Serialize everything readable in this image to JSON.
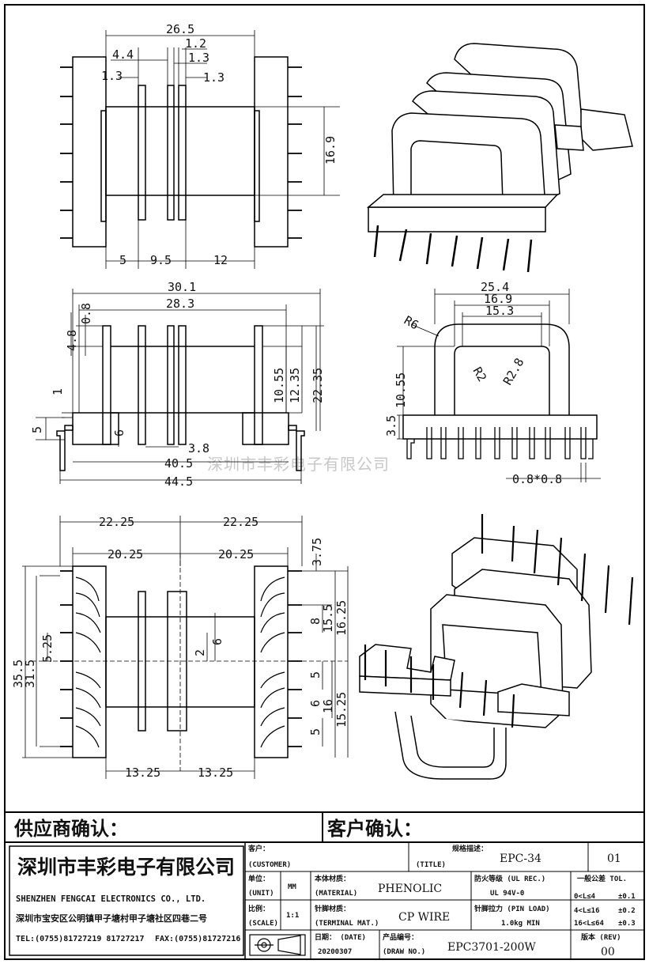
{
  "views": {
    "top_left": {
      "dims": [
        "26.5",
        "4.4",
        "1.2",
        "1.3",
        "1.3",
        "1.3",
        "16.9",
        "5",
        "9.5",
        "12"
      ]
    },
    "mid_left": {
      "dims": [
        "30.1",
        "28.3",
        "4.8",
        "0.8",
        "10.55",
        "12.35",
        "22.35",
        "1",
        "5",
        "6",
        "3.8",
        "40.5",
        "44.5"
      ]
    },
    "mid_right": {
      "dims": [
        "25.4",
        "16.9",
        "15.3",
        "R6",
        "R2",
        "R2.8",
        "10.55",
        "3.5",
        "0.8*0.8"
      ]
    },
    "bottom_left": {
      "dims": [
        "22.25",
        "22.25",
        "20.25",
        "20.25",
        "3.75",
        "35.5",
        "31.5",
        "5.25",
        "8",
        "15.5",
        "16.25",
        "2",
        "6",
        "5",
        "6",
        "5",
        "16",
        "15.25",
        "13.25",
        "13.25"
      ]
    }
  },
  "watermark": "深圳市丰彩电子有限公司",
  "confirm": {
    "supplier": "供应商确认：",
    "customer": "客户确认："
  },
  "company": {
    "name_cn": "深圳市丰彩电子有限公司",
    "name_en": "SHENZHEN FENGCAI ELECTRONICS CO., LTD.",
    "address": "深圳市宝安区公明镇甲子塘村甲子塘社区四巷二号",
    "tel": "TEL:(0755)81727219  81727217",
    "fax": "FAX:(0755)81727216"
  },
  "title_block": {
    "customer_label": "客户：",
    "customer_label_en": "(CUSTOMER)",
    "spec_label": "规格描述：",
    "title_label_en": "(TITLE)",
    "title_value": "EPC-34",
    "sheet": "01",
    "unit_label": "单位：",
    "unit_label_en": "(UNIT)",
    "unit_value": "MM",
    "material_label": "本体材质：",
    "material_label_en": "(MATERIAL)",
    "material_value": "PHENOLIC",
    "fire_label": "防火等级 (UL REC.)",
    "fire_value": "UL 94V-0",
    "tol_label": "一般公差 TOL.",
    "tol_rows": [
      {
        "range": "0<L≤4",
        "tol": "±0.1"
      },
      {
        "range": "4<L≤16",
        "tol": "±0.2"
      },
      {
        "range": "16<L≤64",
        "tol": "±0.3"
      }
    ],
    "scale_label": "比例：",
    "scale_label_en": "(SCALE)",
    "scale_value": "1:1",
    "terminal_label": "针脚材质：",
    "terminal_label_en": "(TERMINAL MAT.)",
    "terminal_value": "CP WIRE",
    "pinload_label": "针脚拉力 (PIN LOAD)",
    "pinload_value": "1.0kg MIN",
    "date_label": "日期：  (DATE)",
    "date_value": "20200307",
    "drawno_label": "产品编号：",
    "drawno_label_en": "(DRAW NO.)",
    "drawno_value": "EPC3701-200W",
    "rev_label": "版本 (REV)",
    "rev_value": "00"
  }
}
